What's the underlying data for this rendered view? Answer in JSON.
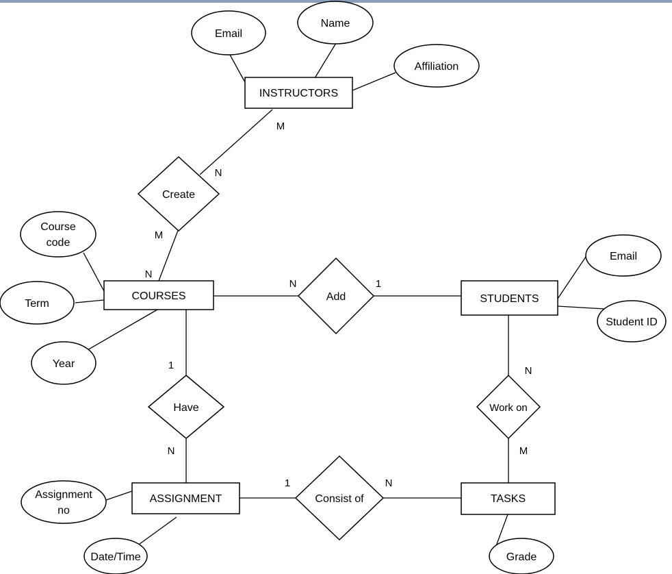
{
  "entities": {
    "instructors": "INSTRUCTORS",
    "courses": "COURSES",
    "students": "STUDENTS",
    "assignment": "ASSIGNMENT",
    "tasks": "TASKS"
  },
  "relationships": {
    "create": "Create",
    "add": "Add",
    "have": "Have",
    "work_on": "Work on",
    "consist_of": "Consist of"
  },
  "attributes": {
    "instructor_email": "Email",
    "instructor_name": "Name",
    "instructor_affiliation": "Affiliation",
    "course_code_line1": "Course",
    "course_code_line2": "code",
    "course_term": "Term",
    "course_year": "Year",
    "student_email": "Email",
    "student_id": "Student ID",
    "assignment_no_line1": "Assignment",
    "assignment_no_line2": "no",
    "assignment_datetime": "Date/Time",
    "task_grade": "Grade"
  },
  "cardinalities": {
    "instructors_create": "M",
    "create_instructors": "N",
    "create_courses": "M",
    "courses_create": "N",
    "courses_add": "N",
    "add_students": "1",
    "courses_have": "1",
    "have_assignment": "N",
    "students_workon": "N",
    "workon_tasks": "M",
    "assignment_consist": "1",
    "consist_tasks": "N"
  },
  "colors": {
    "stroke": "#000000",
    "fill": "#ffffff",
    "top_strip": "#3a5f8f"
  }
}
